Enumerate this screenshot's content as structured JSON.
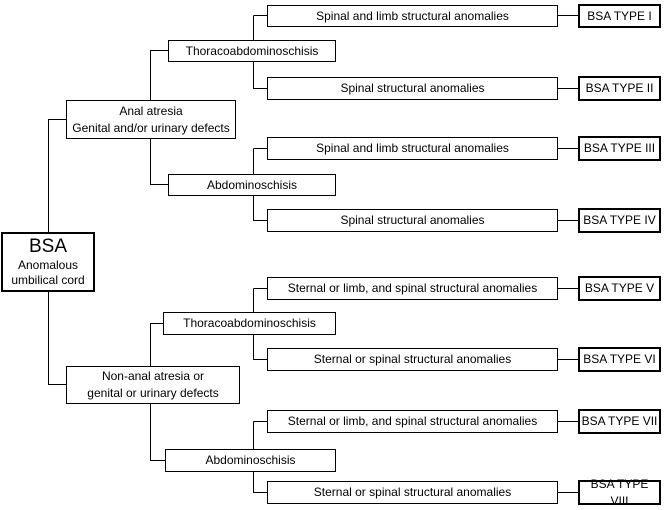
{
  "root": {
    "title": "BSA",
    "line1": "Anomalous",
    "line2": "umbilical cord"
  },
  "groups": [
    {
      "label_line1": "Anal atresia",
      "label_line2": "Genital and/or urinary defects",
      "subgroups": [
        {
          "label": "Thoracoabdominoschisis",
          "leaves": [
            {
              "anomaly": "Spinal and limb structural anomalies",
              "type": "BSA TYPE I"
            },
            {
              "anomaly": "Spinal structural anomalies",
              "type": "BSA TYPE II"
            }
          ]
        },
        {
          "label": "Abdominoschisis",
          "leaves": [
            {
              "anomaly": "Spinal and limb structural anomalies",
              "type": "BSA TYPE III"
            },
            {
              "anomaly": "Spinal structural anomalies",
              "type": "BSA TYPE IV"
            }
          ]
        }
      ]
    },
    {
      "label_line1": "Non-anal atresia or",
      "label_line2": "genital or urinary defects",
      "subgroups": [
        {
          "label": "Thoracoabdominoschisis",
          "leaves": [
            {
              "anomaly": "Sternal or limb, and spinal structural anomalies",
              "type": "BSA TYPE V"
            },
            {
              "anomaly": "Sternal or spinal structural anomalies",
              "type": "BSA TYPE VI"
            }
          ]
        },
        {
          "label": "Abdominoschisis",
          "leaves": [
            {
              "anomaly": "Sternal or limb, and spinal structural anomalies",
              "type": "BSA TYPE VII"
            },
            {
              "anomaly": "Sternal or spinal structural anomalies",
              "type": "BSA TYPE VIII"
            }
          ]
        }
      ]
    }
  ]
}
